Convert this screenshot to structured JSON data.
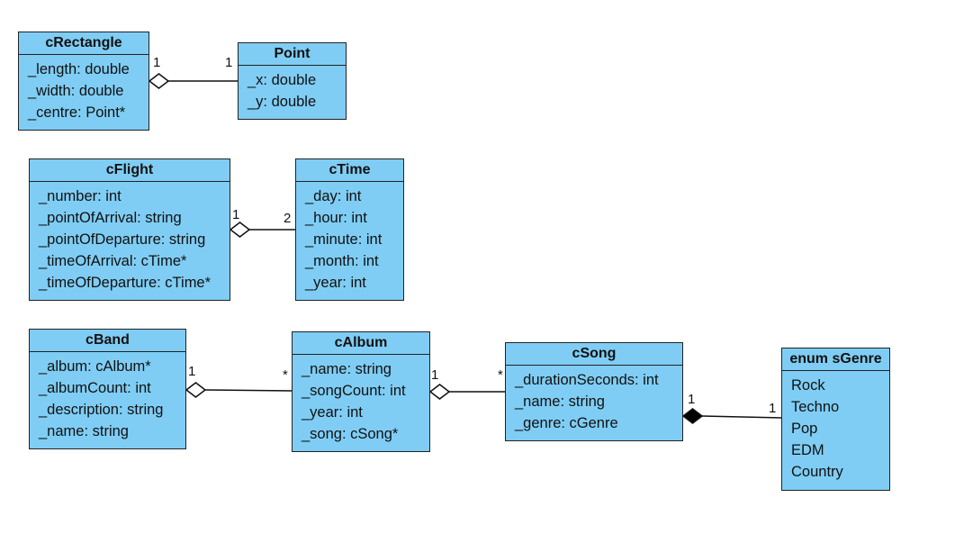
{
  "classes": {
    "crectangle": {
      "name": "cRectangle",
      "attributes": [
        "_length: double",
        "_width: double",
        "_centre: Point*"
      ]
    },
    "point": {
      "name": "Point",
      "attributes": [
        "_x: double",
        "_y: double"
      ]
    },
    "cflight": {
      "name": "cFlight",
      "attributes": [
        "_number: int",
        "_pointOfArrival: string",
        "_pointOfDeparture: string",
        "_timeOfArrival: cTime*",
        "_timeOfDeparture: cTime*"
      ]
    },
    "ctime": {
      "name": "cTime",
      "attributes": [
        "_day: int",
        "_hour: int",
        "_minute: int",
        "_month: int",
        "_year: int"
      ]
    },
    "cband": {
      "name": "cBand",
      "attributes": [
        "_album: cAlbum*",
        "_albumCount: int",
        "_description: string",
        "_name: string"
      ]
    },
    "calbum": {
      "name": "cAlbum",
      "attributes": [
        "_name: string",
        "_songCount: int",
        "_year: int",
        "_song: cSong*"
      ]
    },
    "csong": {
      "name": "cSong",
      "attributes": [
        "_durationSeconds: int",
        "_name: string",
        "_genre: cGenre"
      ]
    },
    "sgenre": {
      "name": "enum sGenre",
      "attributes": [
        "Rock",
        "Techno",
        "Pop",
        "EDM",
        "Country"
      ]
    }
  },
  "associations": [
    {
      "from": "cRectangle",
      "to": "Point",
      "kind": "aggregation",
      "source_multiplicity": "1",
      "target_multiplicity": "1"
    },
    {
      "from": "cFlight",
      "to": "cTime",
      "kind": "aggregation",
      "source_multiplicity": "1",
      "target_multiplicity": "2"
    },
    {
      "from": "cBand",
      "to": "cAlbum",
      "kind": "aggregation",
      "source_multiplicity": "1",
      "target_multiplicity": "*"
    },
    {
      "from": "cAlbum",
      "to": "cSong",
      "kind": "aggregation",
      "source_multiplicity": "1",
      "target_multiplicity": "*"
    },
    {
      "from": "cSong",
      "to": "enum sGenre",
      "kind": "composition",
      "source_multiplicity": "1",
      "target_multiplicity": "1"
    }
  ],
  "colors": {
    "class_fill": "#7fcdf4",
    "border": "#222222"
  }
}
